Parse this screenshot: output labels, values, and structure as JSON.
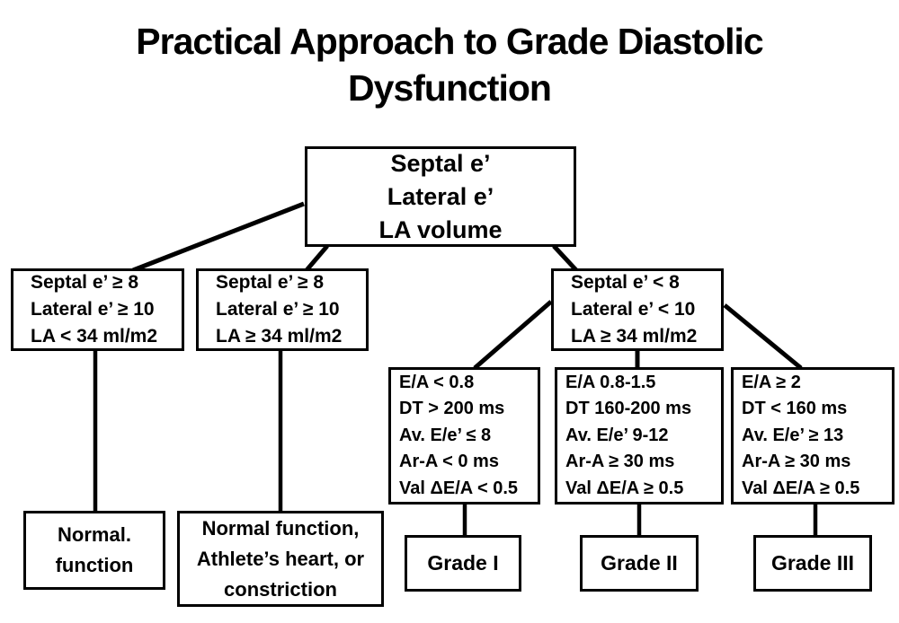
{
  "title": {
    "line1": "Practical Approach to Grade Diastolic",
    "line2": "Dysfunction"
  },
  "nodes": {
    "root": {
      "lines": [
        "Septal e’",
        "Lateral e’",
        "LA volume"
      ]
    },
    "branch_normal": {
      "lines": [
        "Septal e’ ≥ 8",
        "Lateral e’ ≥ 10",
        "LA < 34 ml/m2"
      ]
    },
    "branch_indeterminate": {
      "lines": [
        "Septal e’ ≥ 8",
        "Lateral e’ ≥ 10",
        "LA ≥ 34 ml/m2"
      ]
    },
    "branch_dysfunction": {
      "lines": [
        "Septal e’ < 8",
        "Lateral e’ < 10",
        "LA ≥ 34 ml/m2"
      ]
    },
    "criteria_grade1": {
      "lines": [
        "E/A < 0.8",
        "DT > 200 ms",
        "Av. E/e’ ≤ 8",
        "Ar-A < 0 ms",
        "Val ΔE/A < 0.5"
      ]
    },
    "criteria_grade2": {
      "lines": [
        "E/A 0.8-1.5",
        "DT 160-200 ms",
        "Av. E/e’ 9-12",
        "Ar-A ≥ 30 ms",
        "Val ΔE/A ≥ 0.5"
      ]
    },
    "criteria_grade3": {
      "lines": [
        "E/A ≥ 2",
        "DT < 160 ms",
        "Av. E/e’ ≥ 13",
        "Ar-A ≥ 30 ms",
        "Val ΔE/A ≥ 0.5"
      ]
    },
    "outcome_normal": {
      "lines": [
        "Normal.",
        "function"
      ]
    },
    "outcome_athlete": {
      "lines": [
        "Normal function,",
        "Athlete’s heart, or",
        "constriction"
      ]
    },
    "grade1": {
      "label": "Grade I"
    },
    "grade2": {
      "label": "Grade II"
    },
    "grade3": {
      "label": "Grade III"
    }
  },
  "colors": {
    "text": "#000000",
    "border": "#000000",
    "line": "#000000",
    "background": "#ffffff"
  }
}
